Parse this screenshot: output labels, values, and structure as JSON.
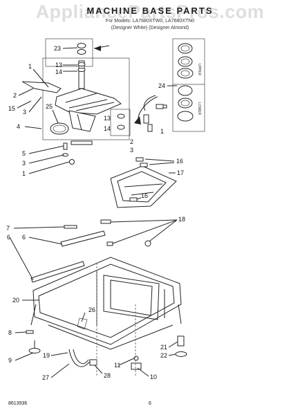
{
  "watermark": "AppliancePartsPros.com",
  "header": {
    "title": "MACHINE BASE PARTS",
    "subtitle1": "For Models: LA7680XTW0, LA7680XTN0",
    "subtitle2": "(Designer White) (Designer Almond)"
  },
  "callouts": [
    "1",
    "2",
    "3",
    "15",
    "25",
    "4",
    "23",
    "13",
    "14",
    "24",
    "13",
    "14",
    "2",
    "3",
    "1",
    "5",
    "3",
    "1",
    "16",
    "17",
    "16",
    "7",
    "6",
    "18",
    "6",
    "20",
    "26",
    "8",
    "9",
    "19",
    "27",
    "21",
    "22",
    "28",
    "11",
    "10"
  ],
  "side_labels": {
    "upper": "UPPER",
    "lower": "LOWER"
  },
  "footer": {
    "code": "8613936",
    "page": "6"
  },
  "colors": {
    "ink": "#222222",
    "watermark": "#d4d4d4"
  }
}
